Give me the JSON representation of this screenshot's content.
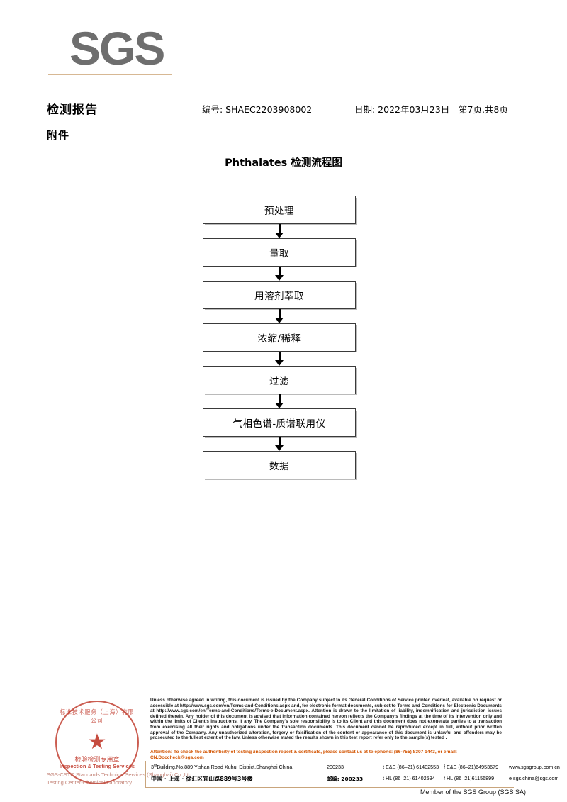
{
  "brand": {
    "logo_text": "SGS",
    "logo_color": "#6e6e6e",
    "rule_color": "#c9a57c"
  },
  "header": {
    "title": "检测报告",
    "report_no": "编号: SHAEC2203908002",
    "date": "日期: 2022年03月23日",
    "page": "第7页,共8页",
    "attachment_label": "附件"
  },
  "flowchart": {
    "title": "Phthalates 检测流程图",
    "steps": [
      {
        "label": "预处理"
      },
      {
        "label": "量取"
      },
      {
        "label": "用溶剂萃取"
      },
      {
        "label": "浓缩/稀释"
      },
      {
        "label": "过滤"
      },
      {
        "label": "气相色谱-质谱联用仪"
      },
      {
        "label": "数据"
      }
    ]
  },
  "stamp": {
    "arc_text": "标准技术服务（上海）有限公司",
    "star": "★",
    "chinese_label": "检验检测专用章",
    "english_label": "Inspection & Testing Services",
    "faint_line1": "SGS-CSTC Standards Technical Services (Shanghai) Co.,Ltd.",
    "faint_line2": "Testing Center-Chemical Laboratory.",
    "color": "#c0392b"
  },
  "footer": {
    "legal": "Unless otherwise agreed in writing, this document is issued by the Company subject to its General Conditions of Service printed overleaf, available on request or accessible at http://www.sgs.com/en/Terms-and-Conditions.aspx and, for electronic format documents, subject to Terms and Conditions for Electronic Documents at http://www.sgs.com/en/Terms-and-Conditions/Terms-e-Document.aspx. Attention is drawn to the limitation of liability, indemnification and jurisdiction issues defined therein. Any holder of this document is advised that information contained hereon reflects the Company's findings at the time of its intervention only and within the limits of Client's instructions, if any. The Company's sole responsibility is to its Client and this document does not exonerate parties to a transaction from exercising all their rights and obligations under the transaction documents. This document cannot be reproduced except in full, without prior written approval of the Company. Any unauthorized alteration, forgery or falsification of the content or appearance of this document is unlawful and offenders may be prosecuted to the fullest extent of the law. Unless otherwise stated the results shown in this test report refer only to the sample(s) tested .",
    "attention": "Attention: To check the authenticity of testing /inspection report & certificate, please contact us at telephone: (86-755) 8307 1443, or email: CN.Doccheck@sgs.com",
    "attention_color": "#d35400",
    "address_en": "Building,No.889 Yishan Road Xuhui District,Shanghai China",
    "address_en_prefix": "3",
    "address_en_sup": "rd",
    "zip_en": "200233",
    "tel_en": "t E&E (86–21) 61402553",
    "fax_en": "f E&E (86–21)64953679",
    "web": "www.sgsgroup.com.cn",
    "address_cn": "中国 · 上海 · 徐汇区宜山路889号3号楼",
    "zip_cn": "邮编: 200233",
    "tel_cn": "t HL (86–21) 61402594",
    "fax_cn": "f HL (86–21)61156899",
    "email": "e  sgs.china@sgs.com",
    "member": "Member of the SGS Group (SGS SA)"
  }
}
